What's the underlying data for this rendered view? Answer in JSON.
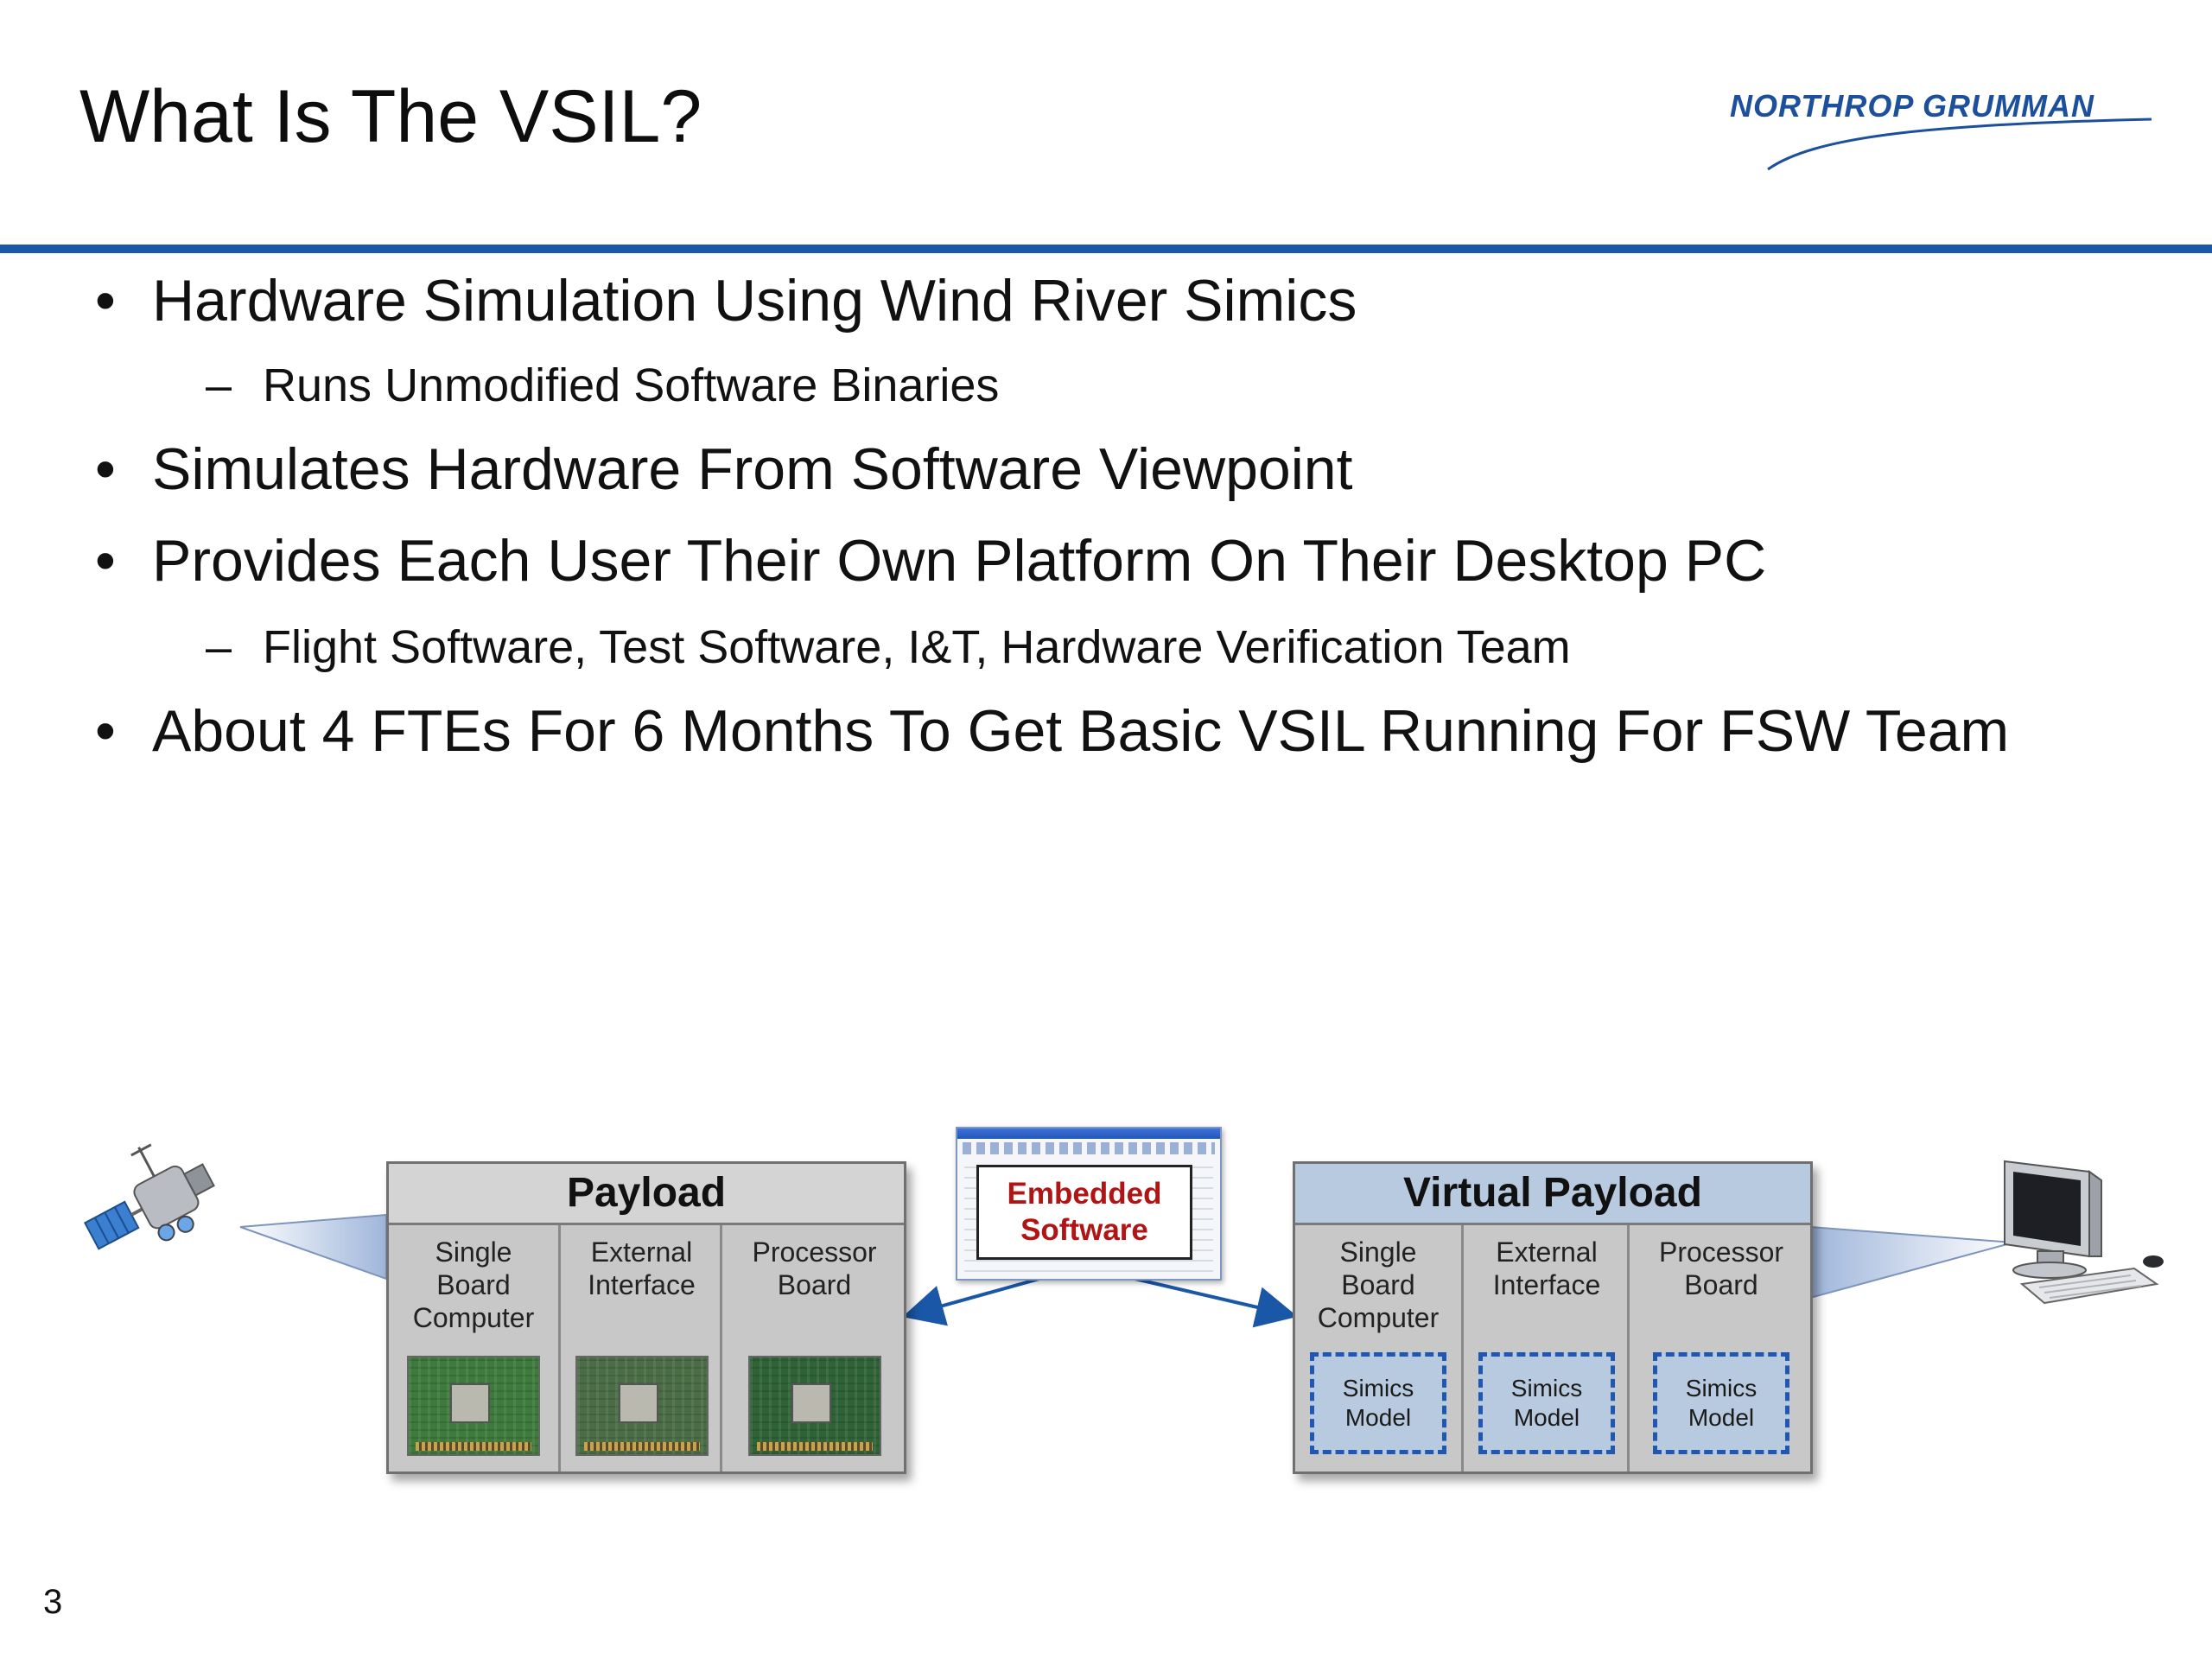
{
  "slide": {
    "title": "What Is The VSIL?",
    "page_number": "3"
  },
  "logo": {
    "text": "NORTHROP GRUMMAN",
    "color": "#1c4f9c"
  },
  "colors": {
    "title_rule": "#1a57a6",
    "virtual_header": "#b8cadf",
    "embedded_label": "#b01414",
    "model_border": "#2057b0"
  },
  "bullets": [
    {
      "text": "Hardware Simulation Using Wind River Simics",
      "sub": [
        "Runs Unmodified Software Binaries"
      ]
    },
    {
      "text": "Simulates Hardware From Software Viewpoint",
      "sub": []
    },
    {
      "text": "Provides Each User Their Own Platform On Their Desktop PC",
      "sub": [
        "Flight Software, Test Software, I&T, Hardware Verification Team"
      ]
    },
    {
      "text": "About 4 FTEs For 6 Months To Get Basic VSIL Running For FSW Team",
      "sub": []
    }
  ],
  "diagram": {
    "satellite_icon": "satellite-icon",
    "pc_icon": "desktop-pc-icon",
    "embedded_software": "Embedded\nSoftware",
    "payload": {
      "title": "Payload",
      "columns": [
        {
          "label": "Single\nBoard\nComputer",
          "image": "circuit-board-icon"
        },
        {
          "label": "External\nInterface",
          "image": "circuit-board-icon"
        },
        {
          "label": "Processor\nBoard",
          "image": "circuit-board-icon"
        }
      ]
    },
    "virtual_payload": {
      "title": "Virtual Payload",
      "columns": [
        {
          "label": "Single\nBoard\nComputer",
          "model": "Simics\nModel"
        },
        {
          "label": "External\nInterface",
          "model": "Simics\nModel"
        },
        {
          "label": "Processor\nBoard",
          "model": "Simics\nModel"
        }
      ]
    }
  }
}
